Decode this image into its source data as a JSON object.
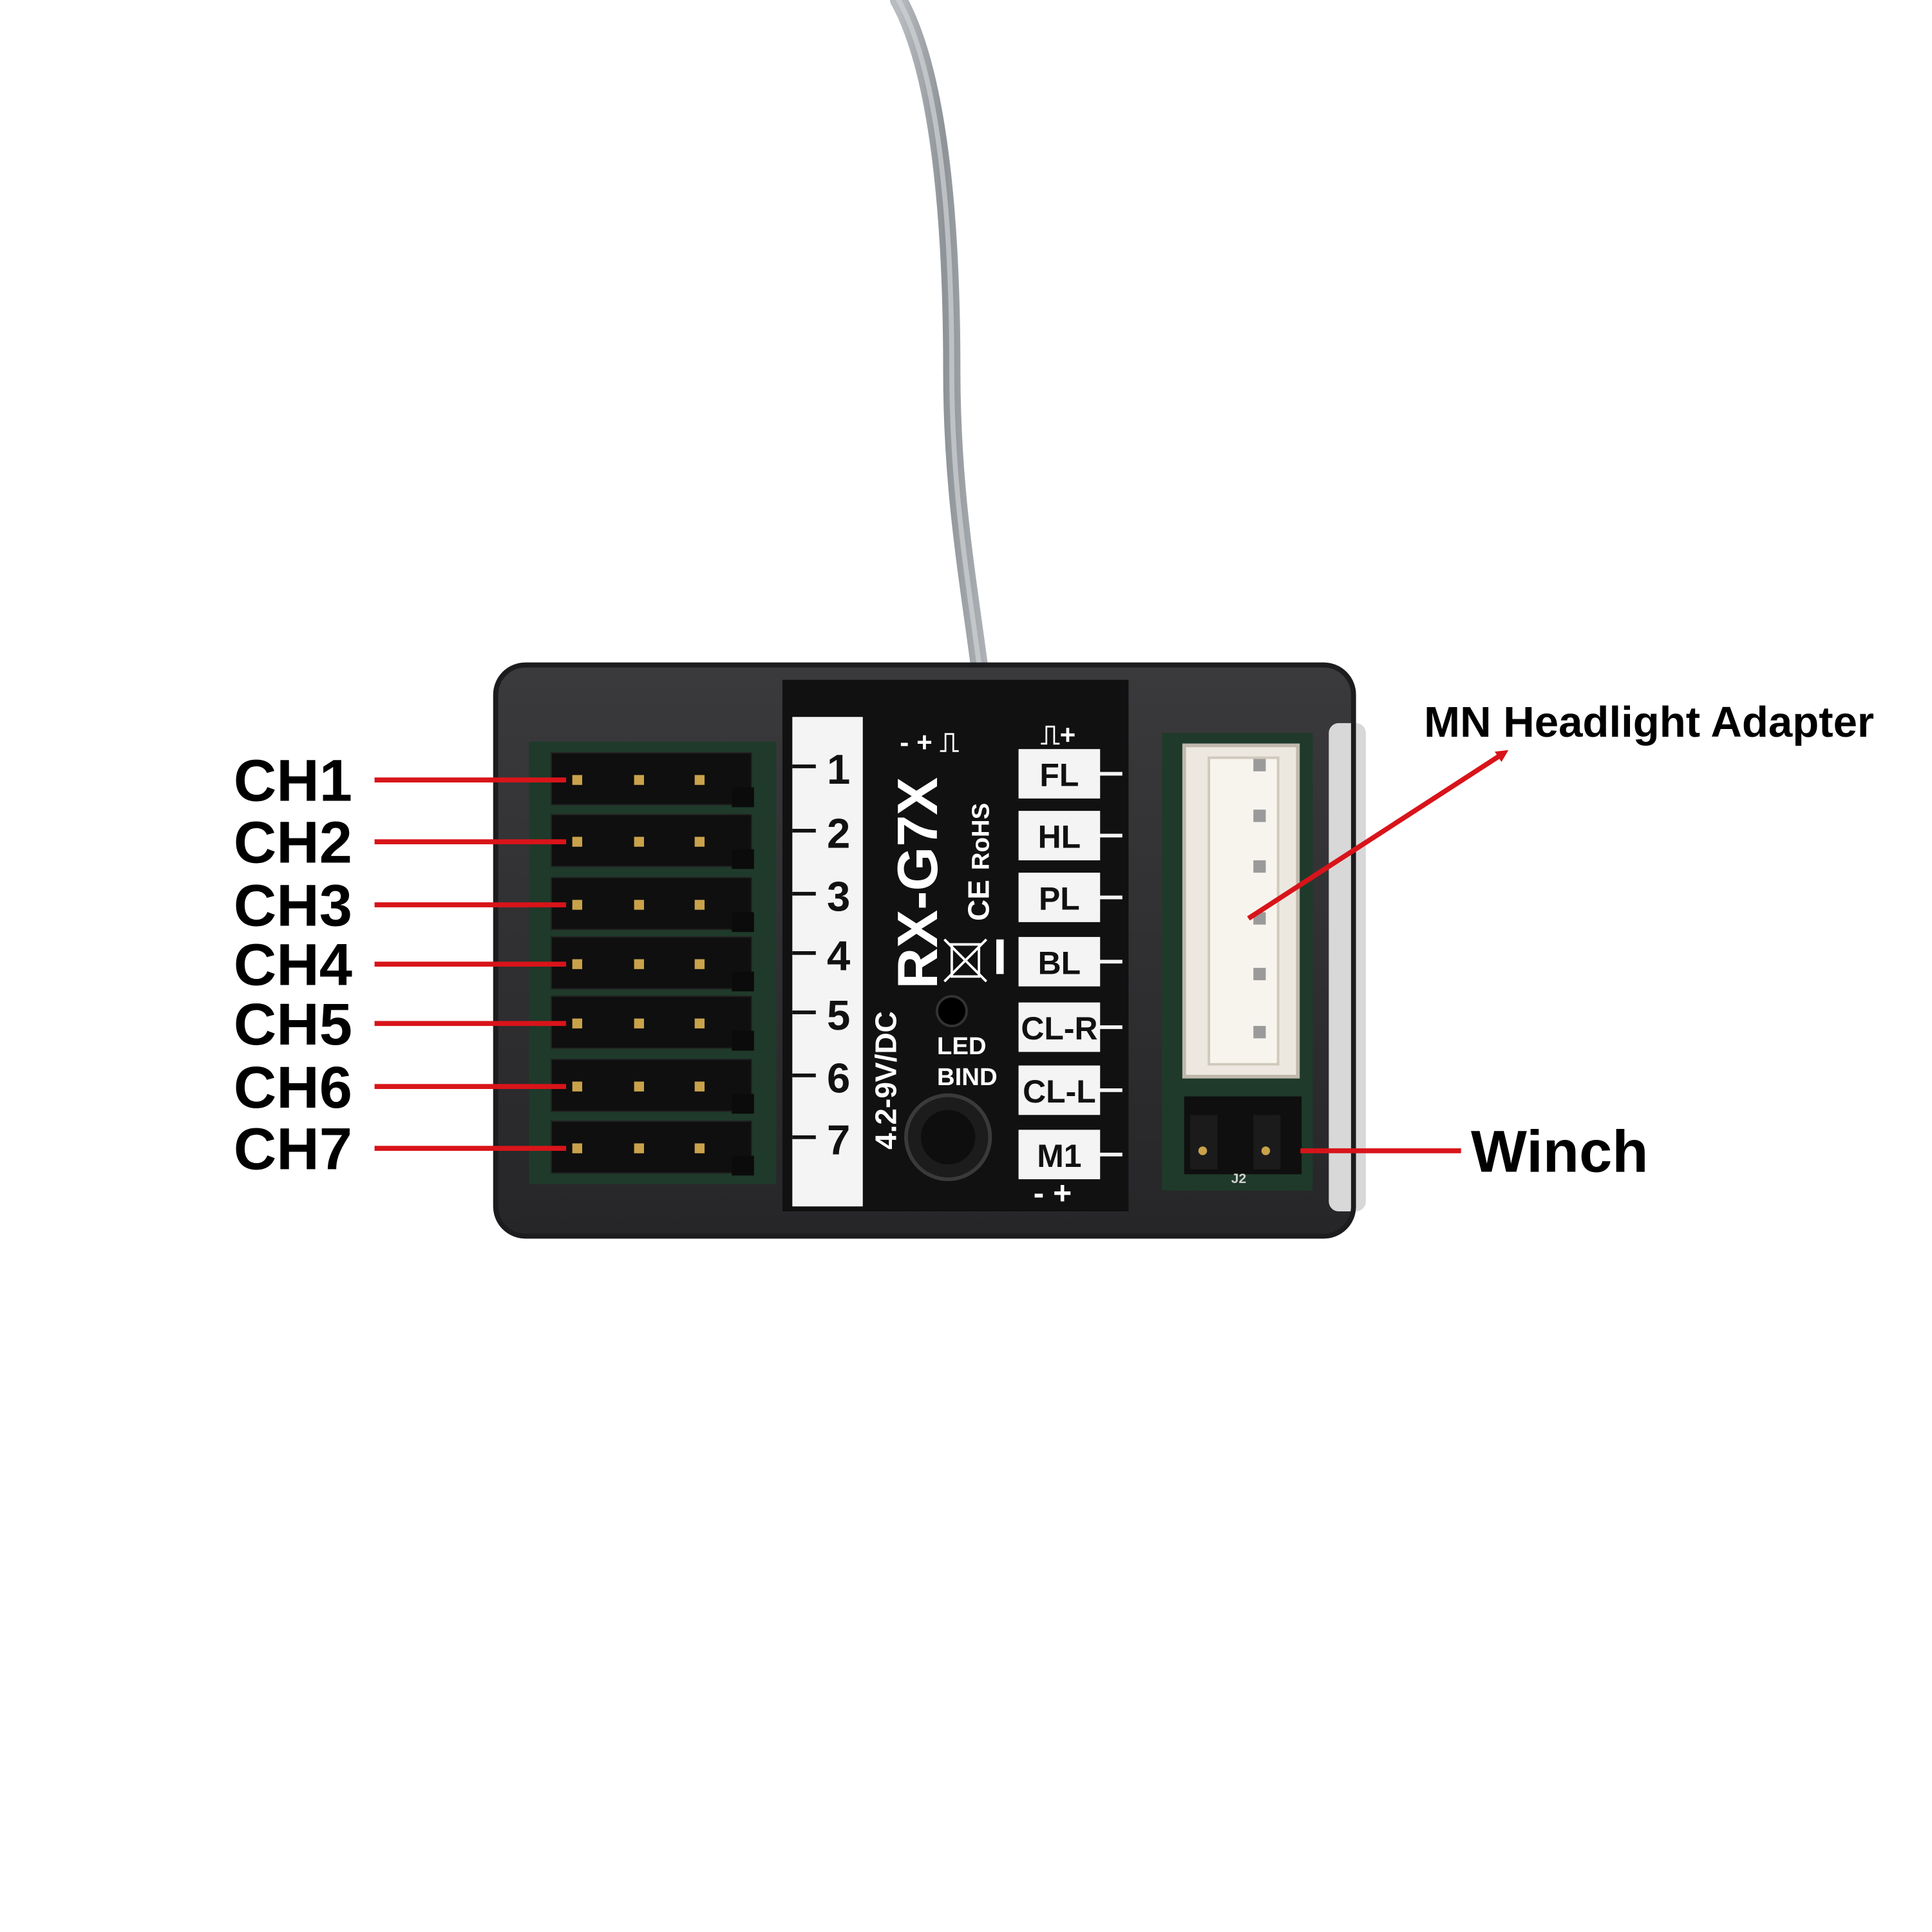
{
  "colors": {
    "callout_line": "#d8141a",
    "housing": "#2e2e30",
    "housing_edge": "#1c1c1e",
    "pcb_dark": "#141414",
    "label_white": "#f4f4f4",
    "pin_gold": "#c9a24a",
    "antenna": "#9ea3a8",
    "connector_white": "#ece8e0"
  },
  "channel_callouts": [
    "CH1",
    "CH2",
    "CH3",
    "CH4",
    "CH5",
    "CH6",
    "CH7"
  ],
  "channel_numbers": [
    "1",
    "2",
    "3",
    "4",
    "5",
    "6",
    "7"
  ],
  "receiver": {
    "model": "RX-G7X",
    "voltage": "4.2-9V/DC",
    "cert_ce": "CE",
    "cert_rohs": "RoHS",
    "led_label": "LED",
    "bind_label": "BIND",
    "pin_symbols_left": "- + ⎍",
    "pin_symbols_right": "⎍+",
    "pin_symbols_bottom": "- +",
    "connector_ref": "J2",
    "light_ports": [
      "FL",
      "HL",
      "PL",
      "BL",
      "CL-R",
      "CL-L",
      "M1"
    ]
  },
  "right_callouts": {
    "headlight_adapter": "MN Headlight Adapter",
    "winch": "Winch"
  },
  "icons": {
    "weee": "crossed-bin-icon",
    "bind_button": "bind-button-icon",
    "led": "led-indicator-icon"
  }
}
